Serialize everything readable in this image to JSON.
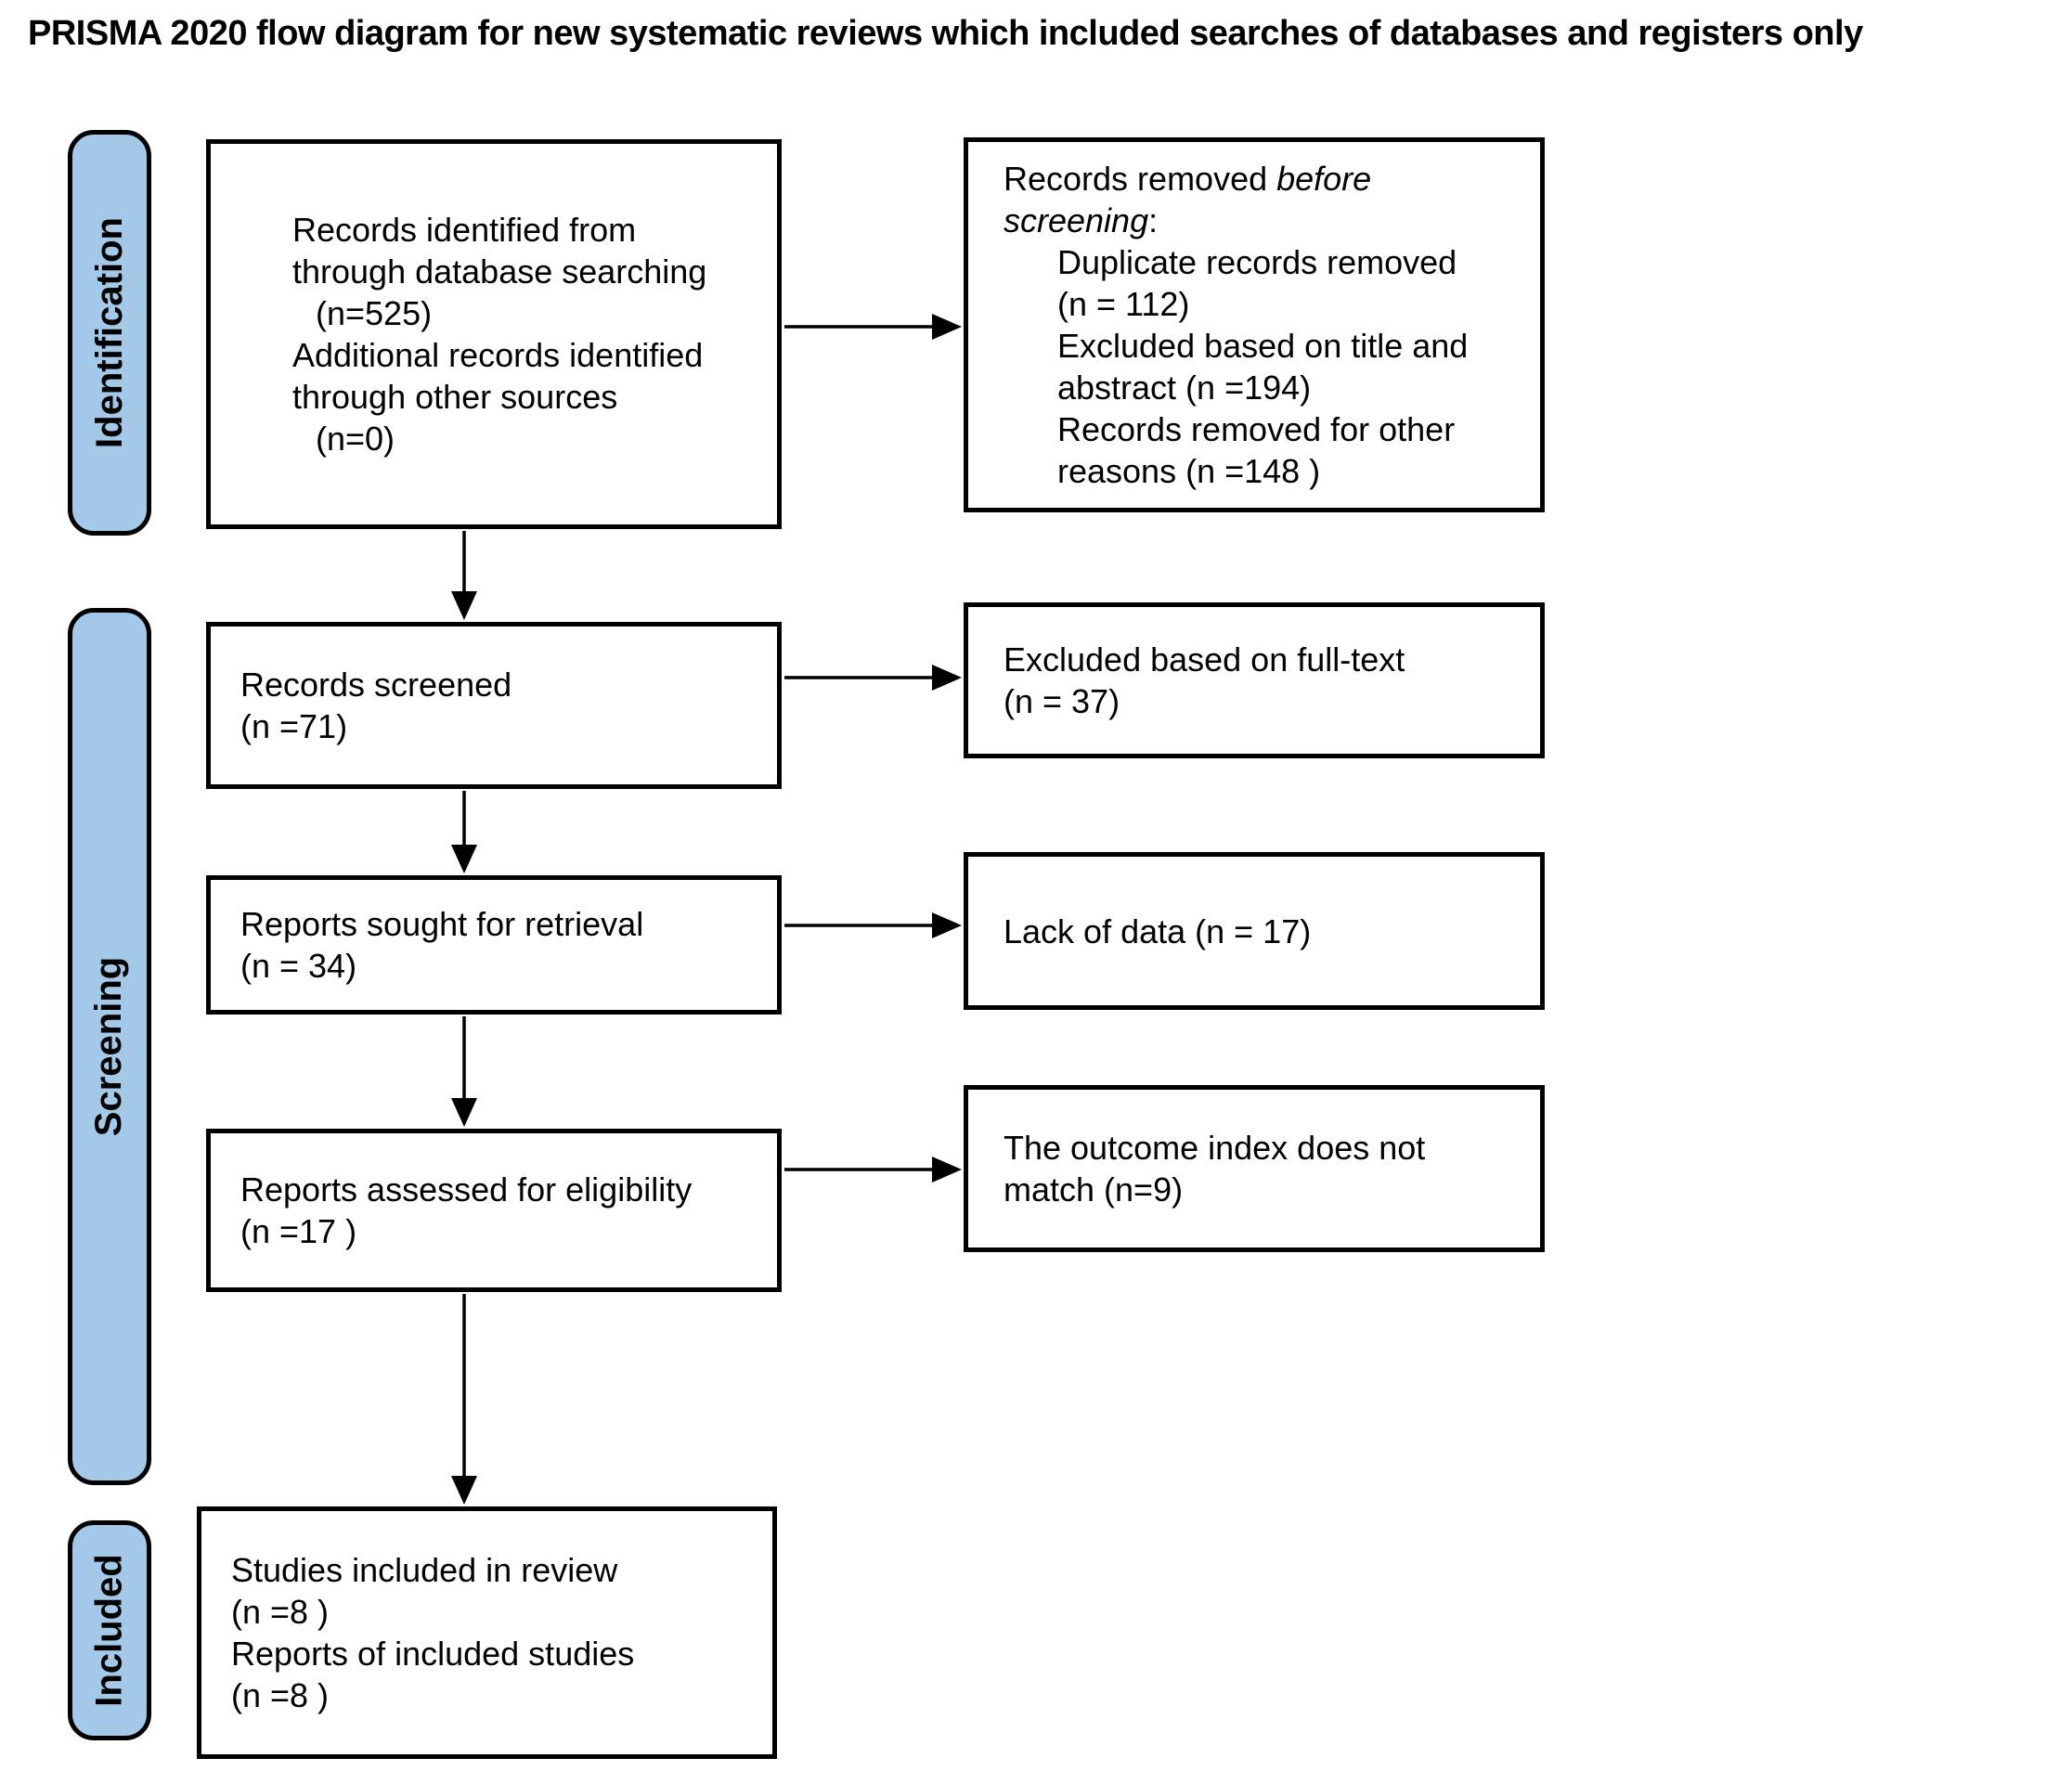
{
  "title": "PRISMA 2020 flow diagram for new systematic reviews which included searches of databases and registers only",
  "colors": {
    "stage_fill": "#A4C8E8",
    "line_color": "#000000",
    "box_fill": "#FFFFFF",
    "text_color": "#000000",
    "page_bg": "#FFFFFF"
  },
  "stages": {
    "identification": "Identification",
    "screening": "Screening",
    "included": "Included"
  },
  "boxes": {
    "records_identified": {
      "lines": [
        "Records identified from",
        "through database searching",
        "(n=525)",
        "Additional records identified",
        "through other sources",
        "(n=0)"
      ]
    },
    "records_removed": {
      "heading_prefix": "Records removed ",
      "heading_emphasis": "before screening",
      "heading_suffix": ":",
      "item_lines": [
        "Duplicate records removed",
        "(n = 112)",
        "Excluded based on title and",
        "abstract (n =194)",
        "Records removed for other",
        "reasons (n =148 )"
      ]
    },
    "records_screened": {
      "lines": [
        "Records screened",
        "(n =71)"
      ]
    },
    "excluded_full_text": {
      "lines": [
        "Excluded based on full-text",
        "(n = 37)"
      ]
    },
    "reports_sought": {
      "lines": [
        "Reports sought for retrieval",
        "(n = 34)"
      ]
    },
    "lack_of_data": {
      "lines": [
        "Lack of data (n = 17)"
      ]
    },
    "reports_assessed": {
      "lines": [
        "Reports assessed for eligibility",
        "(n =17 )"
      ]
    },
    "outcome_mismatch": {
      "lines": [
        "The outcome index does not",
        "match (n=9)"
      ]
    },
    "studies_included": {
      "lines": [
        "Studies included in review",
        "(n =8 )",
        "Reports of included studies",
        "(n =8 )"
      ]
    }
  }
}
